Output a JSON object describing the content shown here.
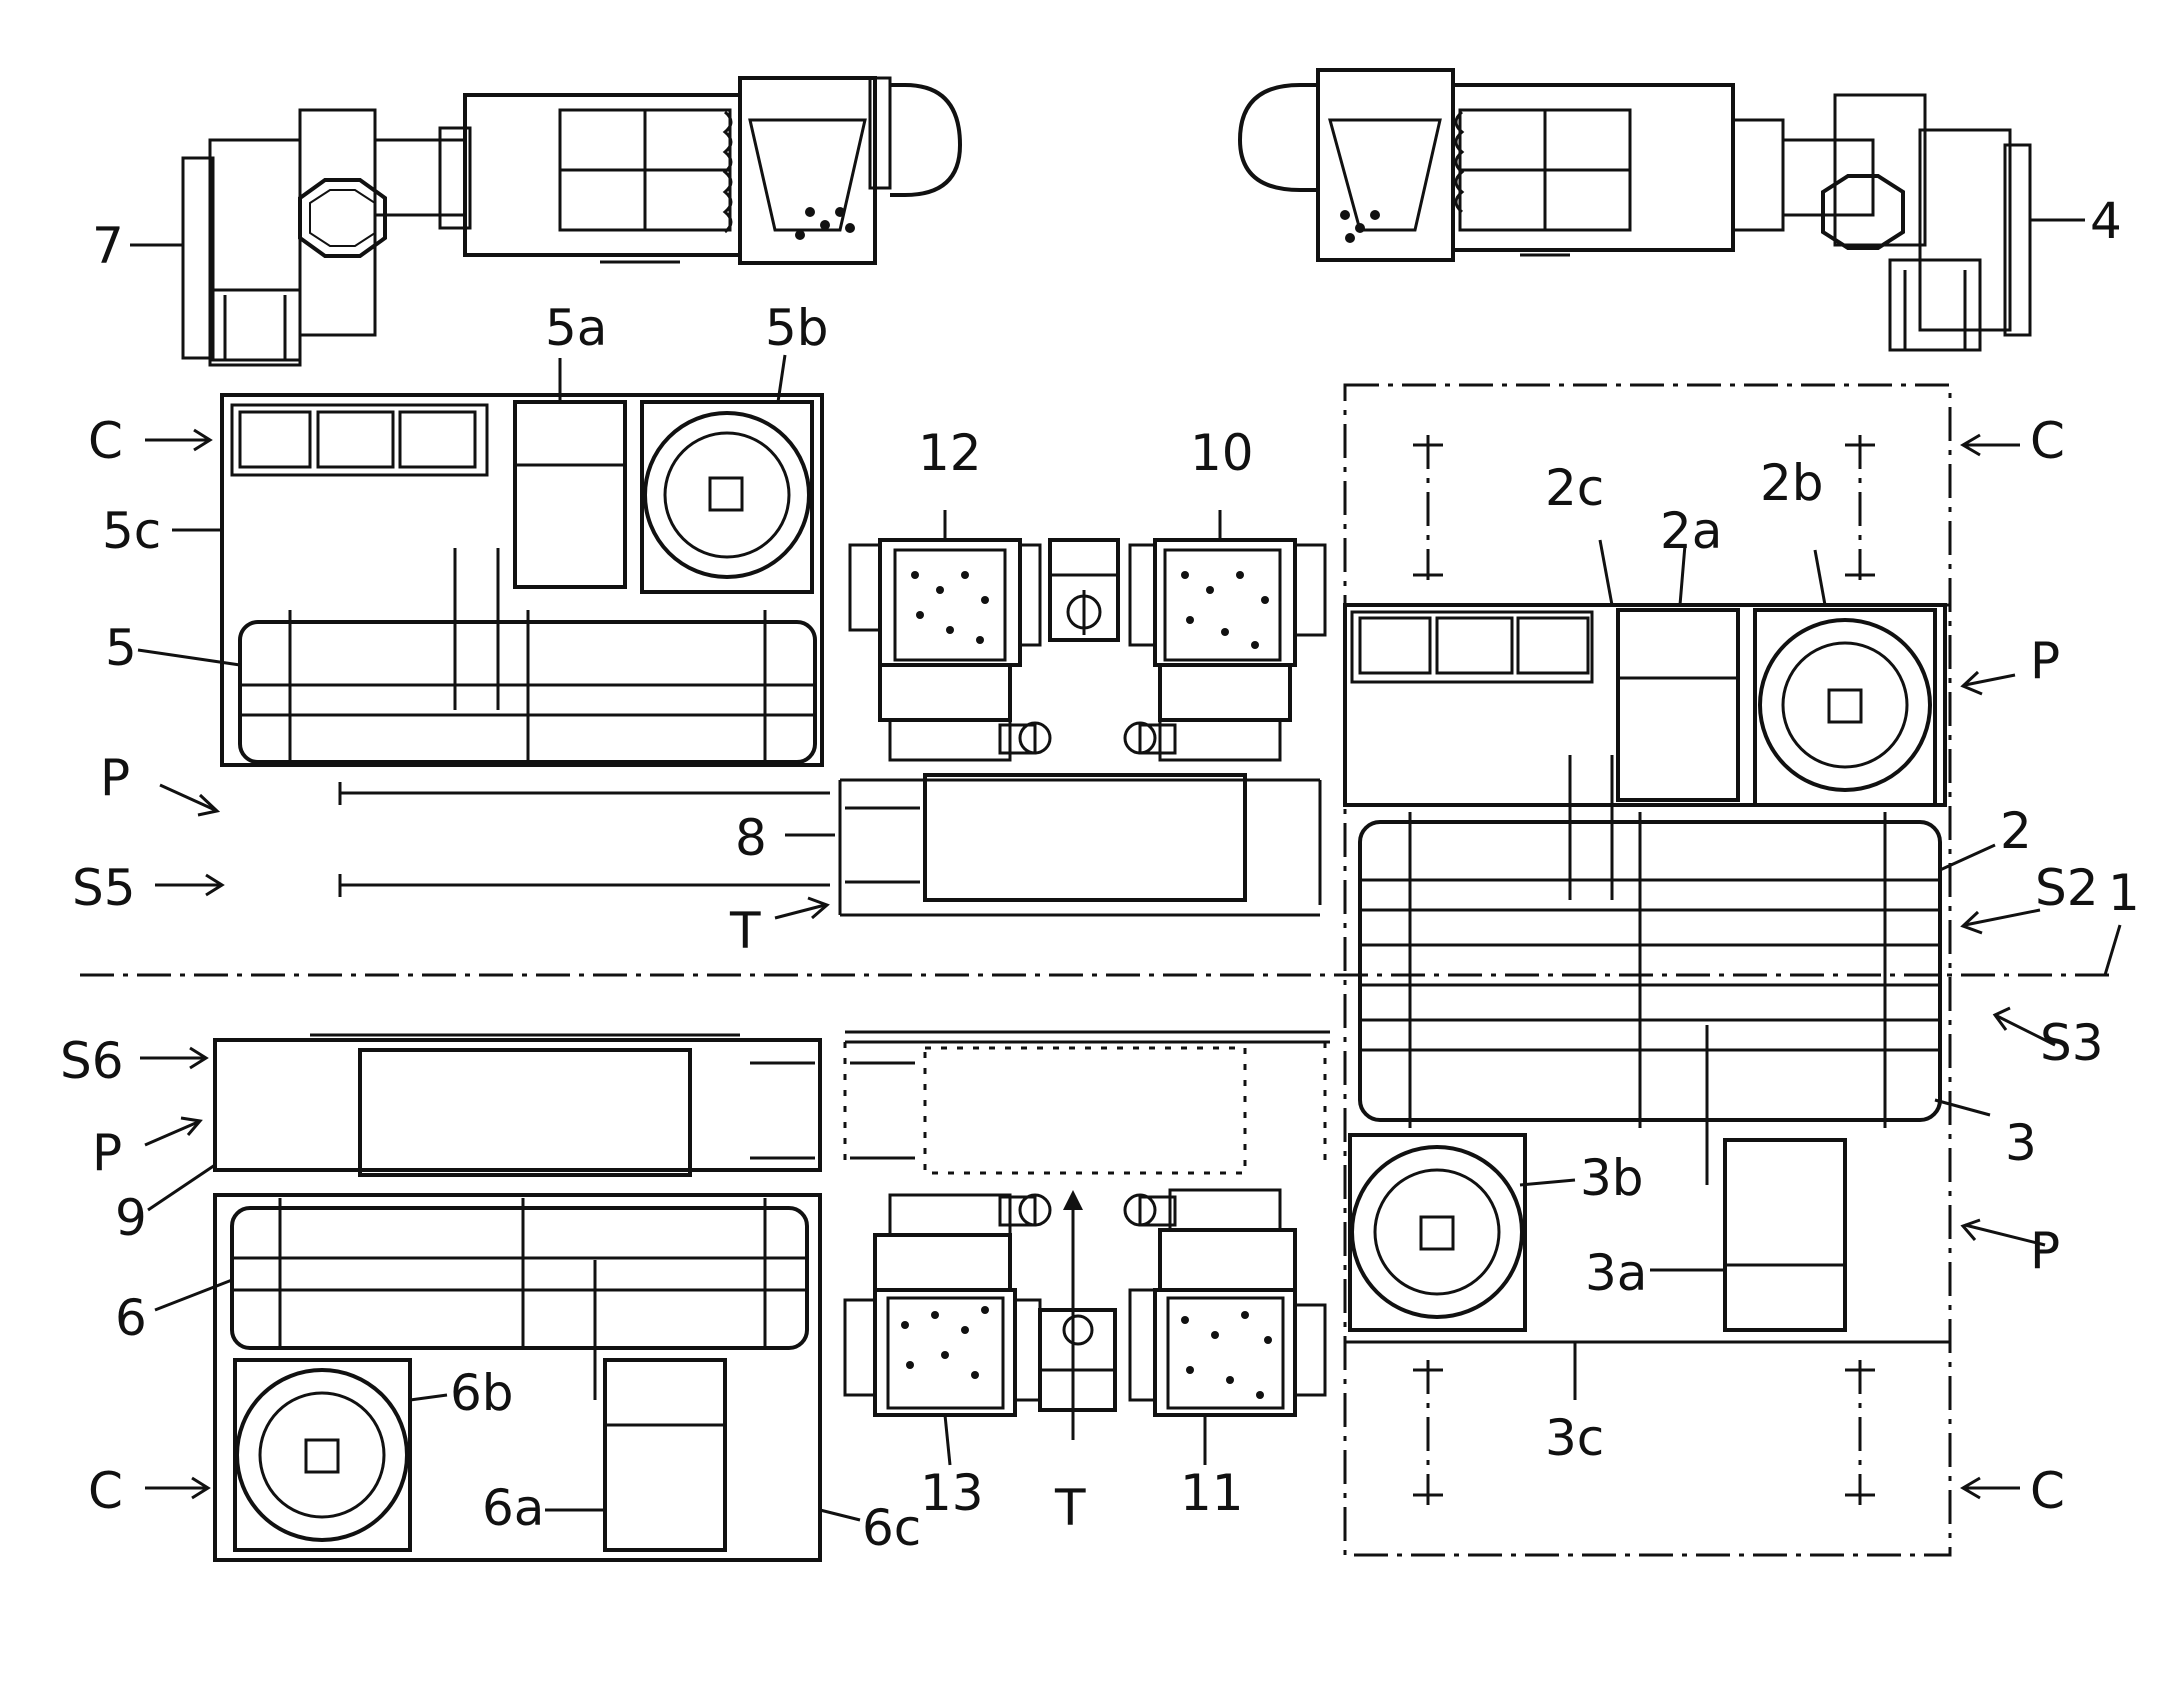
{
  "labels": {
    "n7": "7",
    "n4": "4",
    "n5a": "5a",
    "n5b": "5b",
    "n5c": "5c",
    "n5": "5",
    "n12": "12",
    "n10": "10",
    "n8": "8",
    "n2c": "2c",
    "n2a": "2a",
    "n2b": "2b",
    "n2": "2",
    "n1": "1",
    "n3": "3",
    "n3b": "3b",
    "n3a": "3a",
    "n3c": "3c",
    "n9": "9",
    "n6": "6",
    "n6b": "6b",
    "n6a": "6a",
    "n6c": "6c",
    "n13": "13",
    "n11": "11",
    "C_tl": "C",
    "C_tr": "C",
    "C_bl": "C",
    "C_br": "C",
    "P_left": "P",
    "P_right_top": "P",
    "P_left_bottom": "P",
    "P_right_bottom": "P",
    "S5": "S5",
    "S6": "S6",
    "S2": "S2",
    "S3": "S3",
    "T_top": "T",
    "T_bottom": "T"
  },
  "arrow_glyph": "→",
  "arrow_glyph_left": "←"
}
